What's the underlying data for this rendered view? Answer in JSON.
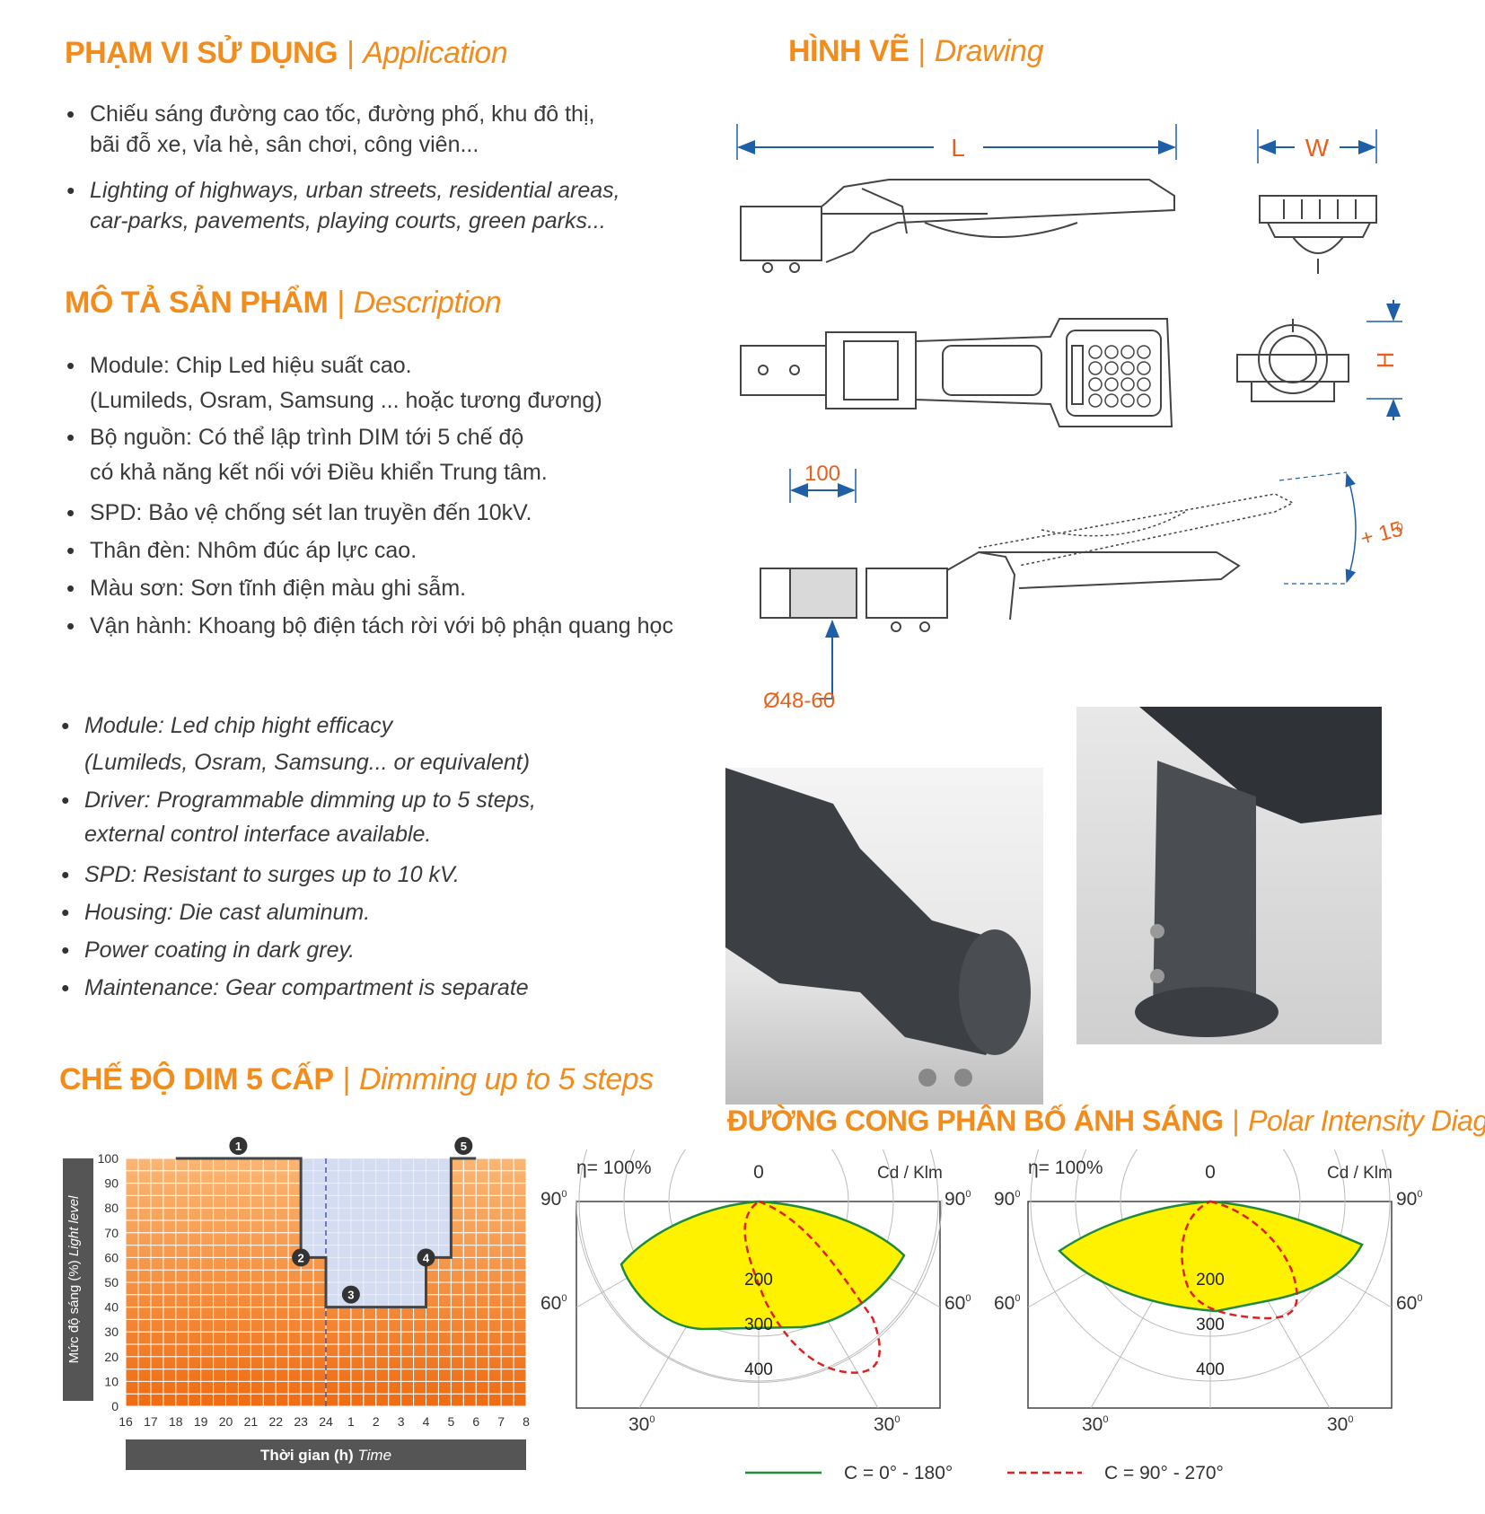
{
  "application": {
    "title_vi": "PHẠM VI SỬ DỤNG",
    "sep": "|",
    "title_en": "Application",
    "items_vi": [
      {
        "l1": "Chiếu sáng đường cao tốc, đường phố, khu đô thị,",
        "l2": "bãi đỗ xe, vỉa hè, sân chơi, công viên..."
      }
    ],
    "items_en": [
      {
        "l1": "Lighting of highways, urban streets, residential areas,",
        "l2": "car-parks, pavements, playing courts, green parks..."
      }
    ]
  },
  "description": {
    "title_vi": "MÔ TẢ SẢN PHẨM",
    "sep": "|",
    "title_en": "Description",
    "items_vi": [
      {
        "l1": "Module: Chip Led  hiệu suất cao.",
        "l2": "(Lumileds, Osram, Samsung ... hoặc tương đương)"
      },
      {
        "l1": "Bộ nguồn: Có thể lập trình DIM tới 5 chế độ",
        "l2": "có khả năng kết nối với Điều khiển Trung tâm."
      },
      {
        "l1": "SPD: Bảo vệ chống sét lan truyền đến 10kV."
      },
      {
        "l1": "Thân đèn: Nhôm đúc áp lực cao."
      },
      {
        "l1": "Màu sơn: Sơn tĩnh điện màu ghi sẫm."
      },
      {
        "l1": "Vận hành: Khoang bộ điện tách rời với bộ phận quang học"
      }
    ],
    "items_en": [
      {
        "l1": "Module: Led chip hight efficacy",
        "l2": "(Lumileds, Osram, Samsung... or equivalent)"
      },
      {
        "l1": "Driver: Programmable dimming up to 5 steps,",
        "l2": "external control interface available."
      },
      {
        "l1": "SPD: Resistant to surges up to 10 kV."
      },
      {
        "l1": "Housing: Die cast aluminum."
      },
      {
        "l1": "Power coating in dark grey."
      },
      {
        "l1": "Maintenance: Gear compartment is separate"
      }
    ]
  },
  "drawing": {
    "title_vi": "HÌNH VẼ",
    "sep": "|",
    "title_en": "Drawing",
    "dim_L": "L",
    "dim_W": "W",
    "dim_H": "H",
    "dim_100": "100",
    "dim_angle": "+ 15",
    "dim_angle_sup": "0",
    "dim_pipe": "Ø48-60"
  },
  "dimming": {
    "title_vi": "CHẾ ĐỘ DIM 5 CẤP",
    "sep": "|",
    "title_en": "Dimming up to 5 steps",
    "y_label_vi": "Mức độ sáng (%)",
    "y_label_en": "Light level",
    "x_label_vi": "Thời gian (h)",
    "x_label_en": "Time",
    "step_markers": [
      "1",
      "2",
      "3",
      "4",
      "5"
    ]
  },
  "polar": {
    "title_vi": "ĐƯỜNG CONG PHÂN BỐ ÁNH SÁNG",
    "sep": "|",
    "title_en": "Polar Intensity Diagram",
    "eta": "η= 100%",
    "zero": "0",
    "unit": "Cd / Klm",
    "angle90": "90",
    "angle60": "60",
    "angle30": "30",
    "deg": "0",
    "rings": [
      "200",
      "300",
      "400"
    ],
    "legend_solid": "C = 0° - 180°",
    "legend_dashed": "C = 90° - 270°"
  },
  "colors": {
    "orange_title": "#f28c1d",
    "grid_orange_light": "#fbb673",
    "grid_orange_dark": "#ef6c12",
    "dim_area": "#d4dcf2",
    "polar_fill": "#fff200",
    "polar_solid": "#1f8a3b",
    "polar_dashed": "#e02020",
    "dim_text_orange": "#e8601c",
    "arrow_blue": "#1f5fa8"
  },
  "chart_data": {
    "type": "line",
    "title": "CHẾ ĐỘ DIM 5 CẤP | Dimming up to 5 steps",
    "xlabel": "Thời gian (h) Time",
    "ylabel": "Mức độ sáng (%) Light level",
    "categories": [
      "16",
      "17",
      "18",
      "19",
      "20",
      "21",
      "22",
      "23",
      "24",
      "1",
      "2",
      "3",
      "4",
      "5",
      "6",
      "7",
      "8"
    ],
    "ylim": [
      0,
      100
    ],
    "yticks": [
      0,
      10,
      20,
      30,
      40,
      50,
      60,
      70,
      80,
      90,
      100
    ],
    "x": [
      18,
      23,
      23,
      24,
      24,
      28,
      28,
      29,
      29,
      30
    ],
    "y": [
      100,
      100,
      60,
      60,
      40,
      40,
      60,
      60,
      100,
      100
    ],
    "grid": true
  }
}
